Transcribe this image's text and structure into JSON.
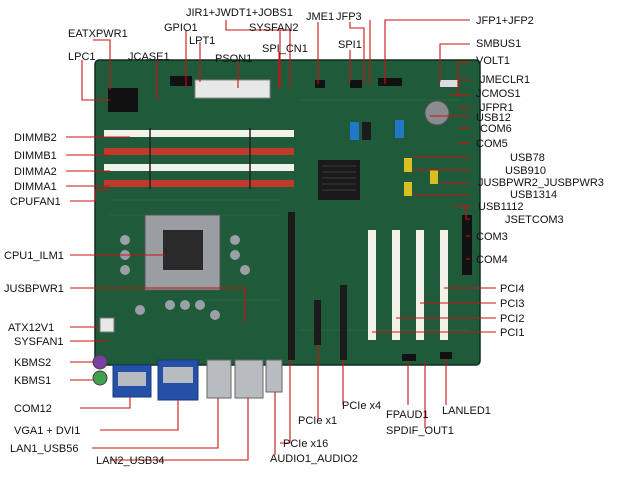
{
  "labels": {
    "jir1_jwdt1_jobs1": "JIR1+JWDT1+JOBS1",
    "gpio1": "GPIO1",
    "sysfan2": "SYSFAN2",
    "jme1": "JME1",
    "jfp3": "JFP3",
    "jfp1_jfp2": "JFP1+JFP2",
    "eatxpwr1": "EATXPWR1",
    "lpt1": "LPT1",
    "spi_cn1": "SPI_CN1",
    "smbus1": "SMBUS1",
    "lpc1": "LPC1",
    "jcase1": "JCASE1",
    "pson1": "PSON1",
    "spi1": "SPI1",
    "volt1": "VOLT1",
    "jmeclr1": "JMECLR1",
    "jcmos1": "JCMOS1",
    "jfpr1": "JFPR1",
    "usb12": "USB12",
    "com6": "COM6",
    "dimmb2": "DIMMB2",
    "dimmb1": "DIMMB1",
    "dimma2": "DIMMA2",
    "dimma1": "DIMMA1",
    "com5": "COM5",
    "usb78": "USB78",
    "usb910": "USB910",
    "jusbpwr2_jusbpwr3": "JUSBPWR2_JUSBPWR3",
    "usb1314": "USB1314",
    "cpufan1": "CPUFAN1",
    "usb1112": "USB1112",
    "jsetcom3": "JSETCOM3",
    "com3": "COM3",
    "cpu1_ilm1": "CPU1_ILM1",
    "com4": "COM4",
    "jusbpwr1": "JUSBPWR1",
    "pci4": "PCI4",
    "pci3": "PCI3",
    "pci2": "PCI2",
    "atx12v1": "ATX12V1",
    "sysfan1": "SYSFAN1",
    "pci1": "PCI1",
    "kbms2": "KBMS2",
    "kbms1": "KBMS1",
    "pcie_x4": "PCIe x4",
    "com12": "COM12",
    "fpaud1": "FPAUD1",
    "lanled1": "LANLED1",
    "pcie_x1": "PCIe x1",
    "spdif_out1": "SPDIF_OUT1",
    "vga1_dvi1": "VGA1 + DVI1",
    "pcie_x16": "PCIe x16",
    "lan1_usb56": "LAN1_USB56",
    "audio1_audio2": "AUDIO1_AUDIO2",
    "lan2_usb34": "LAN2_USB34"
  },
  "colors": {
    "pcb": "#1f5a3a",
    "pcb_dark": "#143d27",
    "dimm_red": "#c0392b",
    "slot_white": "#f2f2ea",
    "slot_black": "#1b1b1b",
    "socket": "#2a2a2a",
    "label_line": "#cc1111",
    "port_blue": "#2450a8",
    "port_metal": "#b8bcc0",
    "header_yellow": "#d8c020",
    "sata_blue": "#2277c8"
  }
}
